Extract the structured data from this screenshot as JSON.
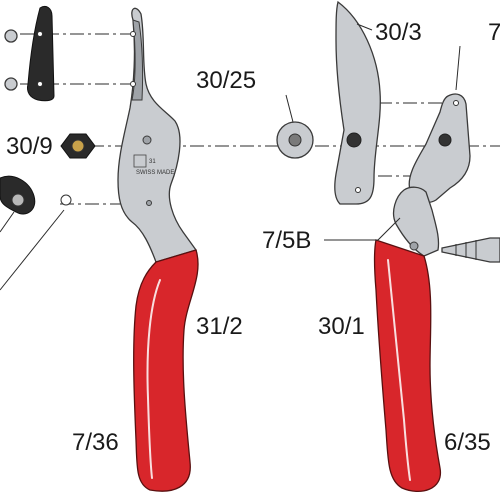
{
  "parts": {
    "label_7_36": "7/36",
    "label_31_2": "31/2",
    "label_30_9": "30/9",
    "label_30_25": "30/25",
    "label_30_3": "30/3",
    "label_7_5b": "7/5B",
    "label_30_1": "30/1",
    "label_6_35": "6/35",
    "label_7_partial": "7"
  },
  "stamp": {
    "model_number": "31",
    "made_in": "SWISS MADE"
  },
  "colors": {
    "handle_red": "#d8262b",
    "metal_grey": "#c9ccd0",
    "part_black": "#2a2a2a"
  }
}
